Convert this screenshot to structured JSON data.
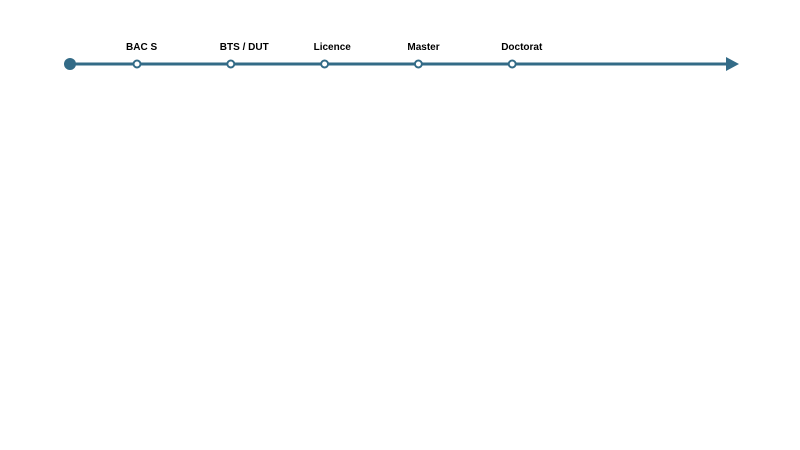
{
  "colors": {
    "line": "#336b87",
    "marker_fill": "#ffffff",
    "label": "#000000",
    "background": "#ffffff"
  },
  "timeline": {
    "direction": "left-to-right",
    "has_start_dot": true,
    "has_end_arrow": true,
    "milestones": [
      {
        "label": "BAC S",
        "marker": "hollow-circle"
      },
      {
        "label": "BTS / DUT",
        "marker": "hollow-circle"
      },
      {
        "label": "Licence",
        "marker": "hollow-circle"
      },
      {
        "label": "Master",
        "marker": "hollow-circle"
      },
      {
        "label": "Doctorat",
        "marker": "hollow-circle"
      }
    ]
  }
}
